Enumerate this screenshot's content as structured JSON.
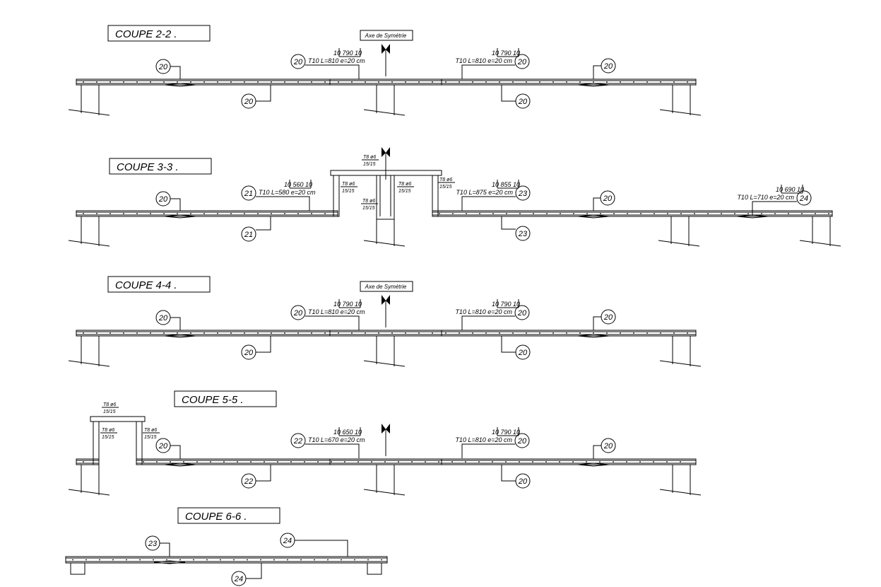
{
  "colors": {
    "line": "#000000",
    "background": "#ffffff"
  },
  "axis_label": "Axe de Symétrie",
  "sections": [
    {
      "title": "COUPE 2-2 .",
      "rebar": [
        {
          "dims": "10  790  10",
          "spec": "T10  L=810  e=20 cm",
          "mark": "20"
        },
        {
          "dims": "10  790  10",
          "spec": "T10  L=810  e=20 cm",
          "mark": "20"
        }
      ],
      "marks": [
        "20",
        "20",
        "20",
        "20"
      ]
    },
    {
      "title": "COUPE 3-3 .",
      "rebar": [
        {
          "dims": "10  560  10",
          "spec": "T10  L=580  e=20 cm",
          "mark": "21"
        },
        {
          "dims": "10  855  10",
          "spec": "T10  L=875  e=20 cm",
          "mark": "23"
        },
        {
          "dims": "10  690  10",
          "spec": "T10  L=710  e=20 cm",
          "mark": "24"
        }
      ],
      "stirrup_top": "T8 ø6",
      "stirrup_bottom": "15/15",
      "marks": [
        "20",
        "21",
        "23",
        "20"
      ]
    },
    {
      "title": "COUPE 4-4 .",
      "rebar": [
        {
          "dims": "10  790  10",
          "spec": "T10  L=810  e=20 cm",
          "mark": "20"
        },
        {
          "dims": "10  790  10",
          "spec": "T10  L=810  e=20 cm",
          "mark": "20"
        }
      ],
      "marks": [
        "20",
        "20",
        "20",
        "20"
      ]
    },
    {
      "title": "COUPE 5-5 .",
      "rebar": [
        {
          "dims": "10  650  10",
          "spec": "T10  L=670  e=20 cm",
          "mark": "22"
        },
        {
          "dims": "10  790  10",
          "spec": "T10  L=810  e=20 cm",
          "mark": "20"
        }
      ],
      "stirrup_top": "T8 ø6",
      "stirrup_bottom": "15/15",
      "marks": [
        "20",
        "22",
        "20",
        "20"
      ]
    },
    {
      "title": "COUPE 6-6 .",
      "marks": [
        "23",
        "24",
        "24"
      ]
    }
  ]
}
